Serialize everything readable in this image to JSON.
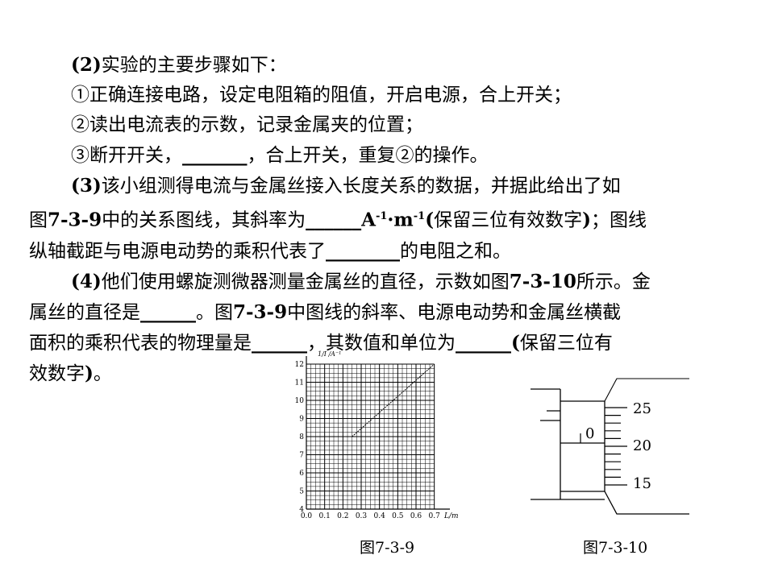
{
  "paragraphs": {
    "p2_title": [
      "(2)",
      "实验的主要步骤如下："
    ],
    "step1": "①正确连接电路，设定电阻箱的阻值，开启电源，合上开关；",
    "step2": "②读出电流表的示数，记录金属夹的位置；",
    "step3": [
      "③断开开关，",
      "_______",
      "，合上开关，重复②的操作。"
    ],
    "p3_line1": [
      "(3)",
      "该小组测得电流与金属丝接入长度关系的数据，并据此给出了如"
    ],
    "p3_line2": [
      "图",
      "7-3-9",
      "中的关系图线，其斜率为",
      "______",
      "A",
      "-1",
      "·m",
      "-1",
      "(",
      "保留三位有效数字",
      ")",
      "；图线"
    ],
    "p3_line3": [
      "纵轴截距与电源电动势的乘积代表了",
      "________",
      "的电阻之和。"
    ],
    "p4_line1": [
      "(4)",
      "他们使用螺旋测微器测量金属丝的直径，示数如图",
      "7-3-10",
      "所示。金"
    ],
    "p4_line2": [
      "属丝的直径是",
      "______",
      "。图",
      "7-3-9",
      "中图线的斜率、电源电动势和金属丝横截"
    ],
    "p4_line3": [
      "面积的乘积代表的物理量是",
      "______",
      "，其数值和单位为",
      "______",
      "(",
      "保留三位有"
    ],
    "p4_line4": [
      "效数字",
      ")",
      "。"
    ]
  },
  "graph": {
    "y_axis_label": "1/I /A⁻¹",
    "x_axis_label": "L/m",
    "y_ticks": [
      "4",
      "5",
      "6",
      "7",
      "8",
      "9",
      "10",
      "11",
      "12"
    ],
    "x_ticks": [
      "0.0",
      "0.1",
      "0.2",
      "0.3",
      "0.4",
      "0.5",
      "0.6",
      "0.7"
    ],
    "line_start": [
      0.25,
      8.0
    ],
    "line_end": [
      0.7,
      12.0
    ],
    "caption": "图7-3-9"
  },
  "micrometer": {
    "main_scale_label": "0",
    "thimble_labels": [
      "25",
      "20",
      "15"
    ],
    "caption": "图7-3-10"
  }
}
